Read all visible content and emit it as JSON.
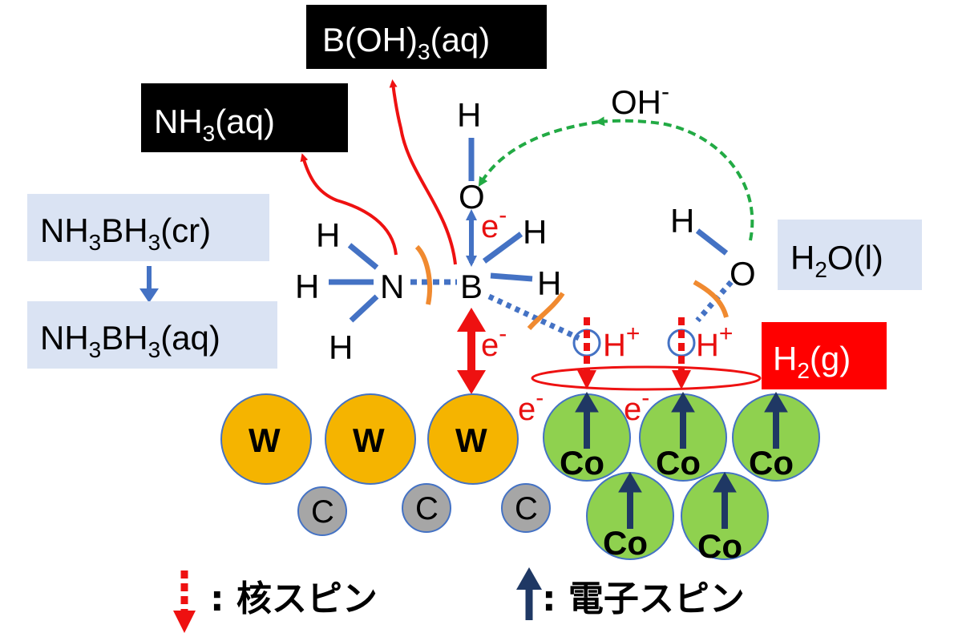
{
  "colors": {
    "bond": "#4472c4",
    "red": "#ee1111",
    "green": "#22aa44",
    "orange": "#f08a30",
    "tungsten": "#f5b400",
    "cobalt": "#8fd14f",
    "carbon": "#a6a6a6",
    "spin_arrow": "#1f3864",
    "label_box": "#dae3f3",
    "black_box": "#000000",
    "red_box": "#ff0000"
  },
  "species": {
    "boric_acid": {
      "main": "B(OH)",
      "sub": "3",
      "tail": "(aq)"
    },
    "ammonia": {
      "main": "NH",
      "sub": "3",
      "tail": "(aq)"
    },
    "ab_solid": {
      "p1": "NH",
      "s1": "3",
      "p2": "BH",
      "s2": "3",
      "tail": "(cr)"
    },
    "ab_aqueous": {
      "p1": "NH",
      "s1": "3",
      "p2": "BH",
      "s2": "3",
      "tail": "(aq)"
    },
    "water": {
      "p1": "H",
      "s1": "2",
      "tail": "O(l)"
    },
    "hydrogen": {
      "p1": "H",
      "s1": "2",
      "tail": "(g)"
    },
    "hydroxide": {
      "main": "OH",
      "sup": "-"
    }
  },
  "atoms": {
    "N": "N",
    "B": "B",
    "O": "O",
    "H": "H",
    "O_water": "O"
  },
  "electron": {
    "base": "e",
    "sup": "-"
  },
  "proton": {
    "base": "H",
    "sup": "+"
  },
  "surface": {
    "tungsten": [
      "W",
      "W",
      "W"
    ],
    "carbon": [
      "C",
      "C",
      "C"
    ],
    "cobalt_top": [
      "Co",
      "Co",
      "Co"
    ],
    "cobalt_bottom": [
      "Co",
      "Co"
    ]
  },
  "legend": {
    "nuclear_spin": ": 核スピン",
    "electron_spin": ": 電子スピン"
  }
}
